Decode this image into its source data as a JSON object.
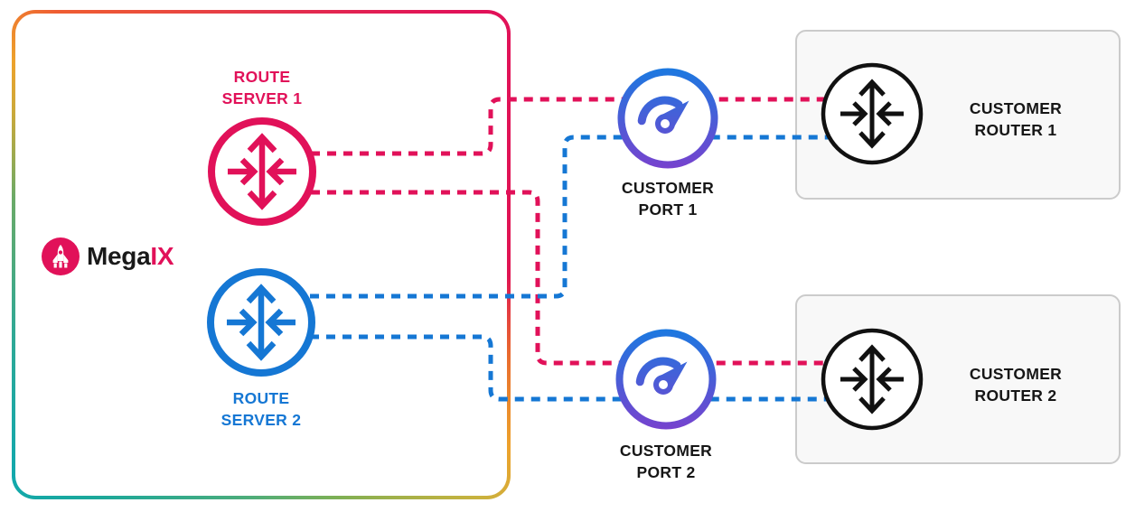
{
  "colors": {
    "crimson": "#E11159",
    "blue": "#1577D4",
    "dark": "#161616",
    "box_fill": "#F8F8F8",
    "box_border": "#CBCBCB",
    "gauge_top": "#1B79E0",
    "gauge_bottom": "#7742CE",
    "border_orange": "#EF5D32",
    "border_amber": "#EDA22C",
    "border_olive": "#C9B23E",
    "border_green": "#4FAD79",
    "border_teal": "#12A8AC"
  },
  "logo": {
    "brand_black": "Mega",
    "brand_accent": "IX"
  },
  "route_server_1": {
    "line1": "ROUTE",
    "line2": "SERVER 1"
  },
  "route_server_2": {
    "line1": "ROUTE",
    "line2": "SERVER 2"
  },
  "customer_port_1": {
    "line1": "CUSTOMER",
    "line2": "PORT 1"
  },
  "customer_port_2": {
    "line1": "CUSTOMER",
    "line2": "PORT 2"
  },
  "customer_router_1": {
    "line1": "CUSTOMER",
    "line2": "ROUTER 1"
  },
  "customer_router_2": {
    "line1": "CUSTOMER",
    "line2": "ROUTER 2"
  }
}
